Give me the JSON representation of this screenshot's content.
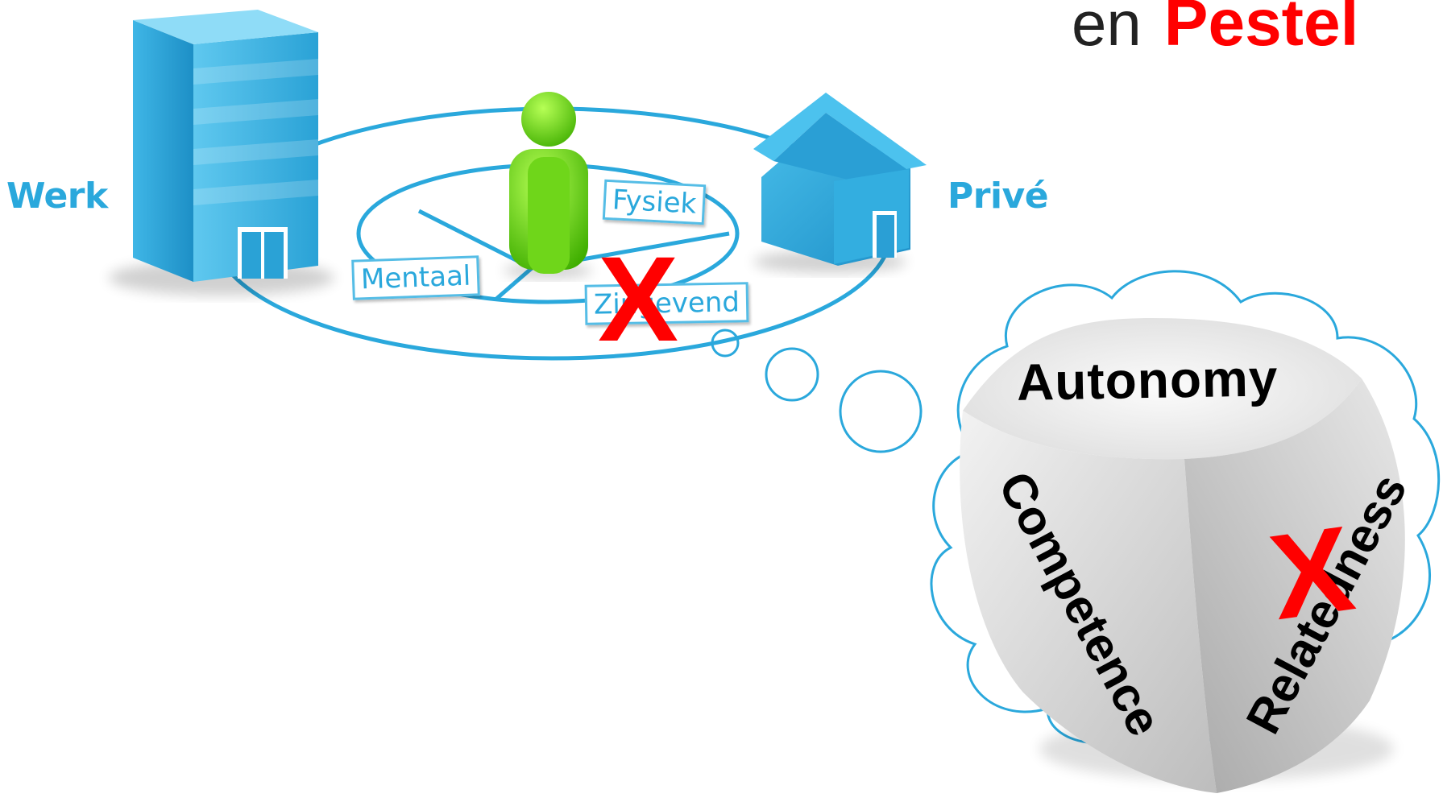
{
  "title": {
    "word1": "en",
    "word2": "Pestel"
  },
  "labels": {
    "work": "Werk",
    "private": "Privé"
  },
  "circle_segments": [
    "Fysiek",
    "Mentaal",
    "Zingevend"
  ],
  "dice_faces": [
    "Autonomy",
    "Competence",
    "Relatedness"
  ],
  "cross_mark": "X",
  "colors": {
    "accent_blue": "#2aa8dc",
    "cross_red": "#ff0000",
    "person_green": "#66dd00"
  },
  "icons": [
    "office-building-icon",
    "person-icon",
    "house-icon",
    "dice-icon",
    "thought-cloud-icon"
  ]
}
